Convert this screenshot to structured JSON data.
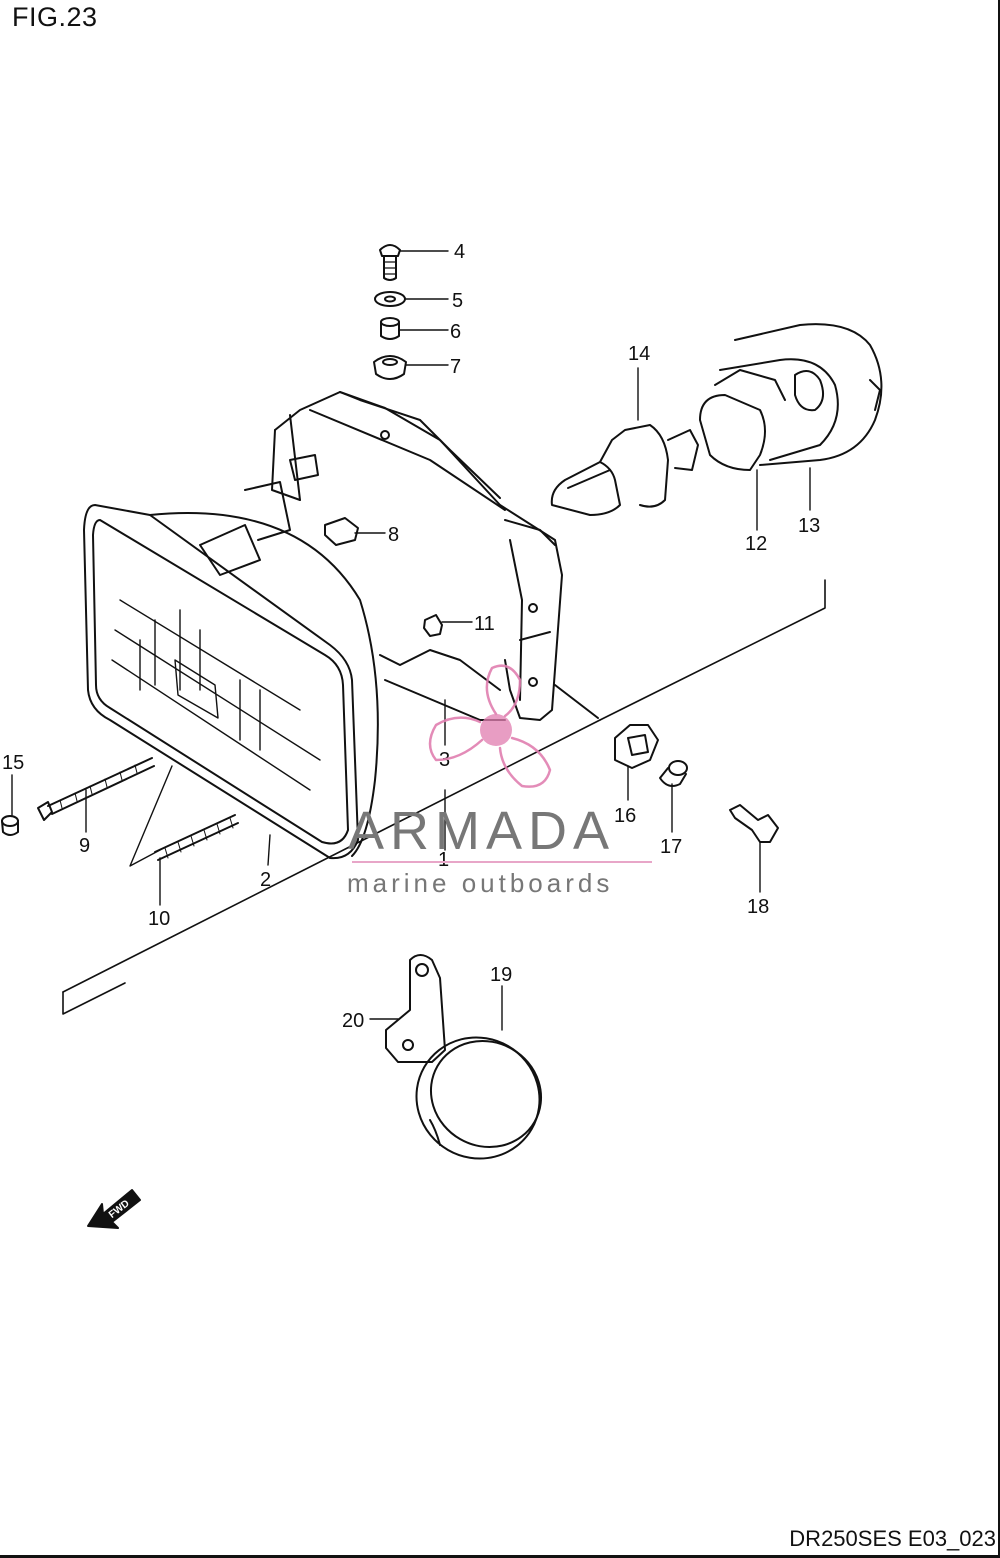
{
  "figure": {
    "title": "FIG.23",
    "code": "DR250SES E03_023"
  },
  "watermark": {
    "brand": "ARMADA",
    "tagline": "marine outboards",
    "accent_color": "#e07fb0",
    "logo_icon": "propeller-logo-icon"
  },
  "fwd_arrow": {
    "label": "FWD"
  },
  "callouts": {
    "c1": "1",
    "c2": "2",
    "c3": "3",
    "c4": "4",
    "c5": "5",
    "c6": "6",
    "c7": "7",
    "c8": "8",
    "c9": "9",
    "c10": "10",
    "c11": "11",
    "c12": "12",
    "c13": "13",
    "c14": "14",
    "c15": "15",
    "c16": "16",
    "c17": "17",
    "c18": "18",
    "c19": "19",
    "c20": "20"
  }
}
